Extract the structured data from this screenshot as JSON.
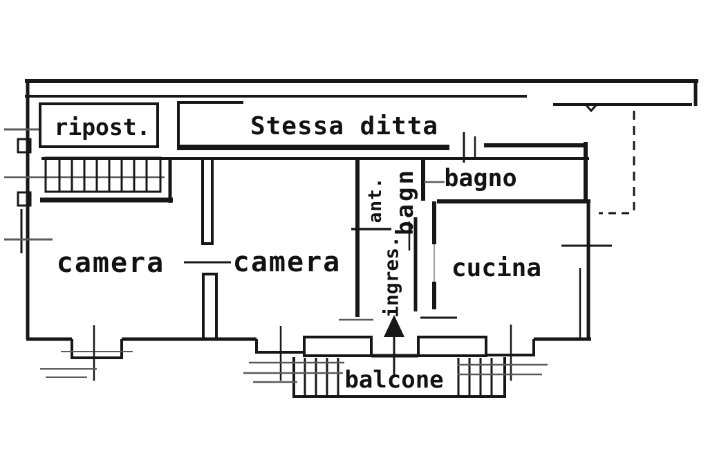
{
  "plan": {
    "colors": {
      "ink": "#171717",
      "paper": "#ffffff",
      "light_line": "#5a5a5a"
    },
    "icons": {
      "entrance_arrow": "▲"
    },
    "rooms": [
      {
        "id": "ripost",
        "label": "ripost.",
        "orientation": "horizontal"
      },
      {
        "id": "stessa-ditta",
        "label": "Stessa ditta",
        "orientation": "horizontal"
      },
      {
        "id": "bagno",
        "label": "bagno",
        "orientation": "horizontal"
      },
      {
        "id": "ant-bagno-1",
        "label": "ant.",
        "orientation": "vertical"
      },
      {
        "id": "ant-bagno-2",
        "label": "bagn",
        "orientation": "vertical"
      },
      {
        "id": "ingresso",
        "label": "ingres.",
        "orientation": "vertical"
      },
      {
        "id": "camera-left",
        "label": "camera",
        "orientation": "horizontal"
      },
      {
        "id": "camera-right",
        "label": "camera",
        "orientation": "horizontal"
      },
      {
        "id": "cucina",
        "label": "cucina",
        "orientation": "horizontal"
      },
      {
        "id": "balcone",
        "label": "balcone",
        "orientation": "horizontal"
      }
    ]
  }
}
